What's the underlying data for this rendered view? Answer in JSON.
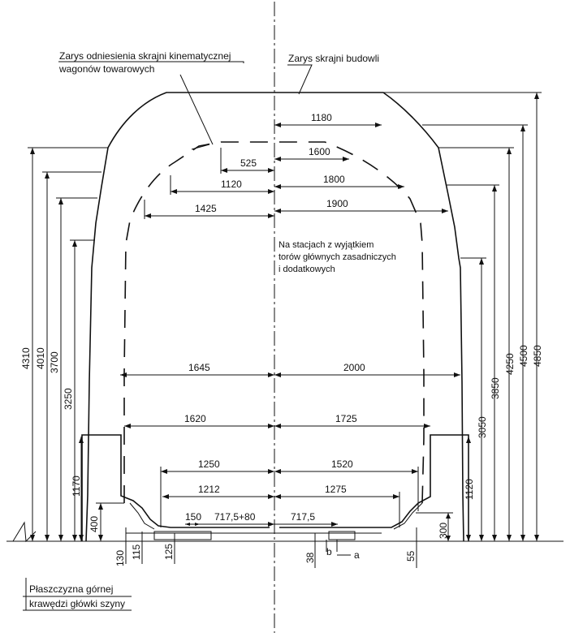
{
  "labels": {
    "kinematic_outline_line1": "Zarys odniesienia skrajni kinematycznej",
    "kinematic_outline_line2": "wagonów towarowych",
    "structure_outline": "Zarys  skrajni budowli",
    "station_note_line1": "Na stacjach z wyjątkiem",
    "station_note_line2": "torów głównych zasadniczych",
    "station_note_line3": "i dodatkowych",
    "rail_plane_line1": "Płaszczyzna górnej",
    "rail_plane_line2": "krawędzi główki szyny",
    "mark_a": "a",
    "mark_b": "b"
  },
  "horizontal_dims": {
    "d1180": "1180",
    "d525": "525",
    "d1600": "1600",
    "d1120": "1120",
    "d1800": "1800",
    "d1425": "1425",
    "d1900": "1900",
    "d1645": "1645",
    "d2000": "2000",
    "d1620": "1620",
    "d1725": "1725",
    "d1250": "1250",
    "d1520": "1520",
    "d1212": "1212",
    "d1275": "1275",
    "d150": "150",
    "d717_80": "717,5+80",
    "d717": "717,5"
  },
  "vertical_dims_left": {
    "d4310": "4310",
    "d4010": "4010",
    "d3700": "3700",
    "d3250": "3250",
    "d1170": "1170",
    "d400": "400",
    "d130": "130",
    "d115": "115",
    "d125": "125"
  },
  "vertical_dims_right": {
    "d4850": "4850",
    "d4500": "4500",
    "d4250": "4250",
    "d3850": "3850",
    "d3050": "3050",
    "d1120": "1120",
    "d300": "300",
    "d55": "55",
    "d38": "38"
  }
}
